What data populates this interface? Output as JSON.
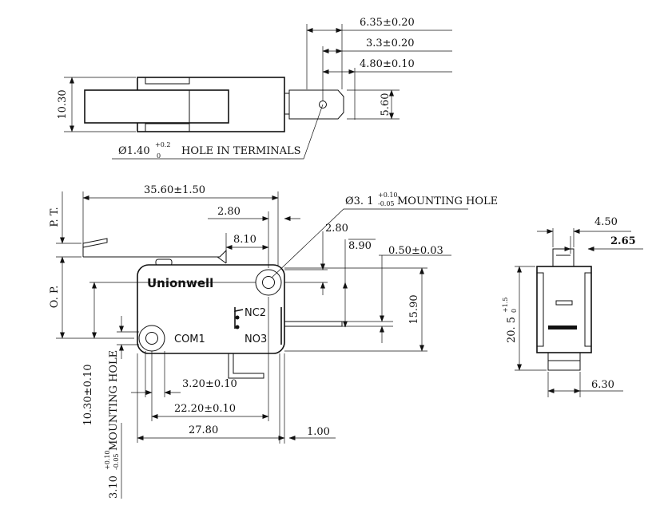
{
  "top_view": {
    "dim_6_35": "6.35±0.20",
    "dim_3_3": "3.3±0.20",
    "dim_4_80": "4.80±0.10",
    "dim_10_30": "10.30",
    "dim_5_60": "5.60",
    "hole_base": "Ø1.40",
    "hole_tol_upper": "+0.2",
    "hole_tol_lower": "0",
    "hole_text": "HOLE IN TERMINALS"
  },
  "front_view": {
    "dim_35_60": "35.60±1.50",
    "dim_2_80_a": "2.80",
    "dim_2_80_b": "2.80",
    "dim_8_10": "8.10",
    "dim_8_90": "8.90",
    "dim_0_50": "0.50±0.03",
    "dim_15_90": "15.90",
    "dim_3_20": "3.20±0.10",
    "dim_22_20": "22.20±0.10",
    "dim_27_80": "27.80",
    "dim_1_00": "1.00",
    "dim_10_30": "10.30±0.10",
    "label_pt": "P. T.",
    "label_op": "O. P.",
    "mount_top_base": "Ø3. 1",
    "mount_top_upper": "+0.10",
    "mount_top_lower": "-0.05",
    "mount_top_text": "MOUNTING HOLE",
    "mount_left_base": "3.10",
    "mount_left_upper": "+0.10",
    "mount_left_lower": "-0.05",
    "mount_left_text": "MOUNTING HOLE",
    "brand": "Unionwell",
    "pin_nc": "NC2",
    "pin_com": "COM1",
    "pin_no": "NO3"
  },
  "side_view": {
    "dim_4_50": "4.50",
    "dim_2_65": "2.65",
    "dim_20_5_base": "20. 5",
    "dim_20_5_upper": "+1.5",
    "dim_20_5_lower": "0",
    "dim_6_30": "6.30"
  }
}
